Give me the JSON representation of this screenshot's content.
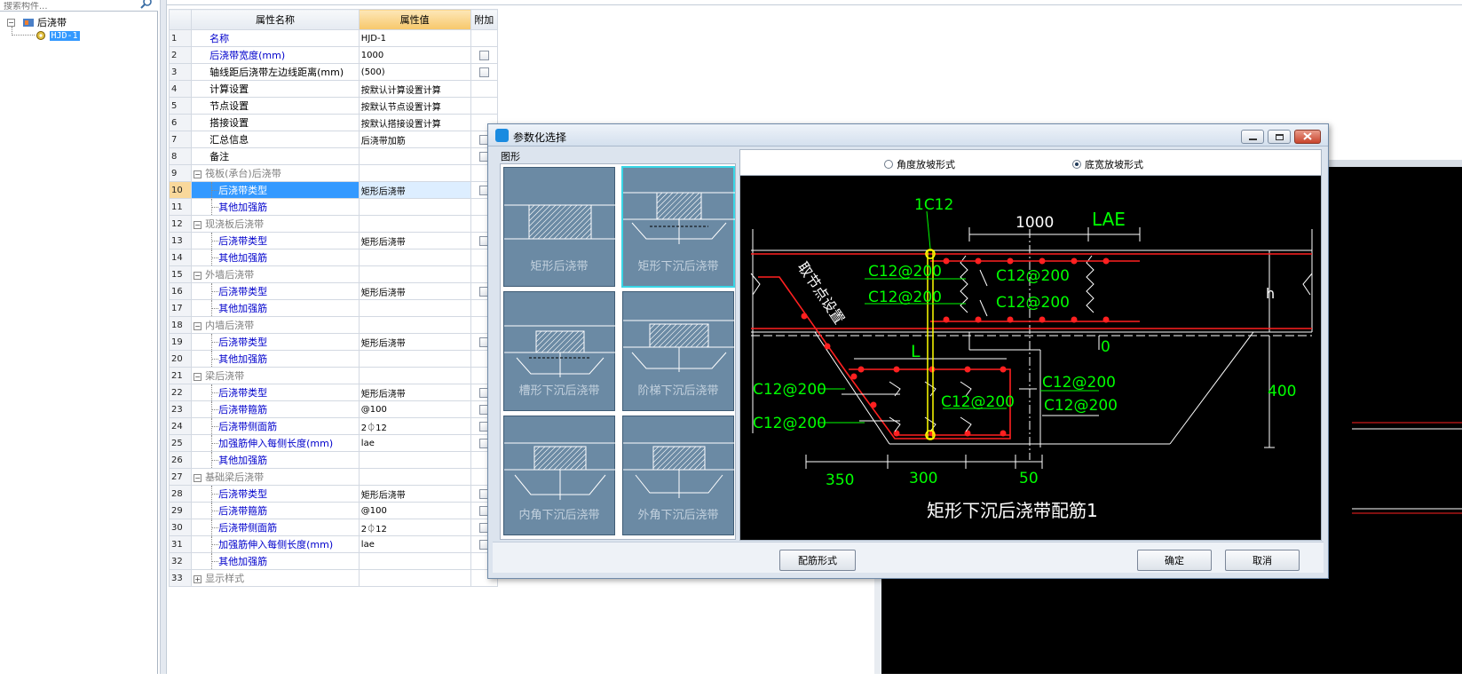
{
  "search": {
    "placeholder": "搜索构件..."
  },
  "tree": {
    "root_label": "后浇带",
    "child_label": "HJD-1"
  },
  "grid": {
    "headers": {
      "name": "属性名称",
      "value": "属性值",
      "extra": "附加"
    },
    "rows": [
      {
        "n": "1",
        "name": "名称",
        "value": "HJD-1",
        "style": "blue",
        "indent": 0,
        "cb": false
      },
      {
        "n": "2",
        "name": "后浇带宽度(mm)",
        "value": "1000",
        "style": "blue",
        "indent": 0,
        "cb": true
      },
      {
        "n": "3",
        "name": "轴线距后浇带左边线距离(mm)",
        "value": "(500)",
        "style": "black",
        "indent": 0,
        "cb": true
      },
      {
        "n": "4",
        "name": "计算设置",
        "value": "按默认计算设置计算",
        "style": "black",
        "indent": 0,
        "cb": false
      },
      {
        "n": "5",
        "name": "节点设置",
        "value": "按默认节点设置计算",
        "style": "black",
        "indent": 0,
        "cb": false
      },
      {
        "n": "6",
        "name": "搭接设置",
        "value": "按默认搭接设置计算",
        "style": "black",
        "indent": 0,
        "cb": false
      },
      {
        "n": "7",
        "name": "汇总信息",
        "value": "后浇带加筋",
        "style": "black",
        "indent": 0,
        "cb": true
      },
      {
        "n": "8",
        "name": "备注",
        "value": "",
        "style": "black",
        "indent": 0,
        "cb": true
      },
      {
        "n": "9",
        "name": "筏板(承台)后浇带",
        "value": "",
        "style": "gray",
        "indent": -1,
        "cb": false
      },
      {
        "n": "10",
        "name": "后浇带类型",
        "value": "矩形后浇带",
        "style": "blue",
        "indent": 1,
        "cb": true,
        "selected": true
      },
      {
        "n": "11",
        "name": "其他加强筋",
        "value": "",
        "style": "blue",
        "indent": 1,
        "cb": false
      },
      {
        "n": "12",
        "name": "现浇板后浇带",
        "value": "",
        "style": "gray",
        "indent": -1,
        "cb": false
      },
      {
        "n": "13",
        "name": "后浇带类型",
        "value": "矩形后浇带",
        "style": "blue",
        "indent": 1,
        "cb": true
      },
      {
        "n": "14",
        "name": "其他加强筋",
        "value": "",
        "style": "blue",
        "indent": 1,
        "cb": false
      },
      {
        "n": "15",
        "name": "外墙后浇带",
        "value": "",
        "style": "gray",
        "indent": -1,
        "cb": false
      },
      {
        "n": "16",
        "name": "后浇带类型",
        "value": "矩形后浇带",
        "style": "blue",
        "indent": 1,
        "cb": true
      },
      {
        "n": "17",
        "name": "其他加强筋",
        "value": "",
        "style": "blue",
        "indent": 1,
        "cb": false
      },
      {
        "n": "18",
        "name": "内墙后浇带",
        "value": "",
        "style": "gray",
        "indent": -1,
        "cb": false
      },
      {
        "n": "19",
        "name": "后浇带类型",
        "value": "矩形后浇带",
        "style": "blue",
        "indent": 1,
        "cb": true
      },
      {
        "n": "20",
        "name": "其他加强筋",
        "value": "",
        "style": "blue",
        "indent": 1,
        "cb": false
      },
      {
        "n": "21",
        "name": "梁后浇带",
        "value": "",
        "style": "gray",
        "indent": -1,
        "cb": false
      },
      {
        "n": "22",
        "name": "后浇带类型",
        "value": "矩形后浇带",
        "style": "blue",
        "indent": 1,
        "cb": true
      },
      {
        "n": "23",
        "name": "后浇带箍筋",
        "value": "@100",
        "style": "blue",
        "indent": 1,
        "cb": true
      },
      {
        "n": "24",
        "name": "后浇带侧面筋",
        "value": "2⏀12",
        "style": "blue",
        "indent": 1,
        "cb": true
      },
      {
        "n": "25",
        "name": "加强筋伸入每侧长度(mm)",
        "value": "lae",
        "style": "blue",
        "indent": 1,
        "cb": true
      },
      {
        "n": "26",
        "name": "其他加强筋",
        "value": "",
        "style": "blue",
        "indent": 1,
        "cb": false
      },
      {
        "n": "27",
        "name": "基础梁后浇带",
        "value": "",
        "style": "gray",
        "indent": -1,
        "cb": false
      },
      {
        "n": "28",
        "name": "后浇带类型",
        "value": "矩形后浇带",
        "style": "blue",
        "indent": 1,
        "cb": true
      },
      {
        "n": "29",
        "name": "后浇带箍筋",
        "value": "@100",
        "style": "blue",
        "indent": 1,
        "cb": true
      },
      {
        "n": "30",
        "name": "后浇带侧面筋",
        "value": "2⏀12",
        "style": "blue",
        "indent": 1,
        "cb": true
      },
      {
        "n": "31",
        "name": "加强筋伸入每侧长度(mm)",
        "value": "lae",
        "style": "blue",
        "indent": 1,
        "cb": true
      },
      {
        "n": "32",
        "name": "其他加强筋",
        "value": "",
        "style": "blue",
        "indent": 1,
        "cb": false
      },
      {
        "n": "33",
        "name": "显示样式",
        "value": "",
        "style": "gray",
        "indent": -2,
        "cb": false
      }
    ]
  },
  "dialog": {
    "title": "参数化选择",
    "shape_group_label": "图形",
    "thumbnails": [
      {
        "label": "矩形后浇带",
        "type": "rect"
      },
      {
        "label": "矩形下沉后浇带",
        "type": "rect-sunk",
        "active": true
      },
      {
        "label": "槽形下沉后浇带",
        "type": "trough"
      },
      {
        "label": "阶梯下沉后浇带",
        "type": "step"
      },
      {
        "label": "内角下沉后浇带",
        "type": "inner"
      },
      {
        "label": "外角下沉后浇带",
        "type": "outer"
      }
    ],
    "radio_angle": "角度放坡形式",
    "radio_width": "底宽放坡形式",
    "buttons": {
      "rebar_form": "配筋形式",
      "ok": "确定",
      "cancel": "取消"
    },
    "preview": {
      "top_bar": "1C12",
      "width_dim": "1000",
      "lae": "LAE",
      "left_upper_1": "C12@200",
      "left_upper_2": "C12@200",
      "center_1": "C12@200",
      "center_2": "C12@200",
      "node_text": "取节点设置",
      "h": "h",
      "zero": "0",
      "L": "L",
      "left_lower_1": "C12@200",
      "left_lower_2": "C12@200",
      "center_lower": "C12@200",
      "right_lower_1": "C12@200",
      "right_lower_2": "C12@200",
      "depth": "400",
      "dim_350": "350",
      "dim_300": "300",
      "dim_50": "50",
      "caption": "矩形下沉后浇带配筋1"
    }
  },
  "colors": {
    "cad_bg": "#000000",
    "cad_green": "#00ff00",
    "cad_red": "#ff2020",
    "cad_white": "#ffffff",
    "thumb_bg": "#6b8aa4",
    "selection": "#3399ff"
  }
}
